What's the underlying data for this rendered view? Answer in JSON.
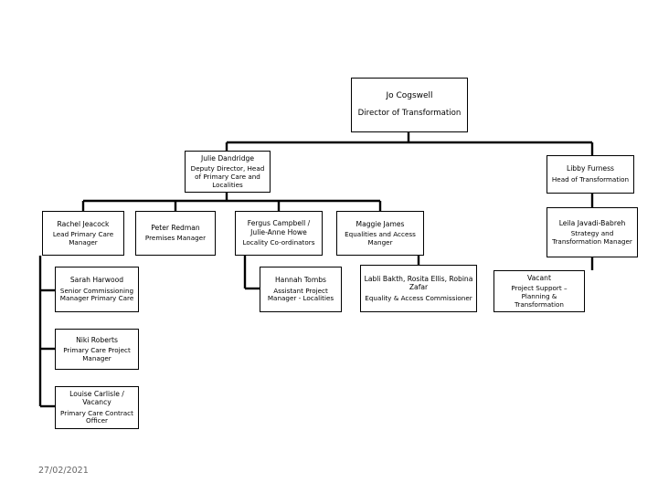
{
  "director": {
    "name": "Jo Cogswell",
    "role": "Director of Transformation"
  },
  "deputy": {
    "name": "Julie Dandridge",
    "role": "Deputy Director, Head of Primary Care and Localities"
  },
  "head_transformation": {
    "name": "Libby Furness",
    "role": "Head of Transformation"
  },
  "managers": [
    {
      "name": "Rachel Jeacock",
      "role": "Lead Primary Care Manager"
    },
    {
      "name": "Peter Redman",
      "role": "Premises Manager"
    },
    {
      "name": "Fergus Campbell / Julie-Anne Howe",
      "role": "Locality Co-ordinators"
    },
    {
      "name": "Maggie James",
      "role": "Equalities and Access Manger"
    }
  ],
  "strategy_manager": {
    "name": "Leila Javadi-Babreh",
    "role": "Strategy and Transformation Manager"
  },
  "primary_care_team": [
    {
      "name": "Sarah Harwood",
      "role": "Senior Commissioning Manager Primary Care"
    },
    {
      "name": "Niki Roberts",
      "role": "Primary Care Project Manager"
    },
    {
      "name": "Louise Carlisle / Vacancy",
      "role": "Primary Care Contract Officer"
    }
  ],
  "locality_assistant": {
    "name": "Hannah Tombs",
    "role": "Assistant Project Manager - Localities"
  },
  "equality_commissioner": {
    "name": "Labli Bakth, Rosita Ellis, Robina Zafar",
    "role": "Equality & Access Commissioner"
  },
  "project_support": {
    "name": "Vacant",
    "role": "Project Support – Planning & Transformation"
  },
  "footer": {
    "date": "27/02/2021"
  }
}
